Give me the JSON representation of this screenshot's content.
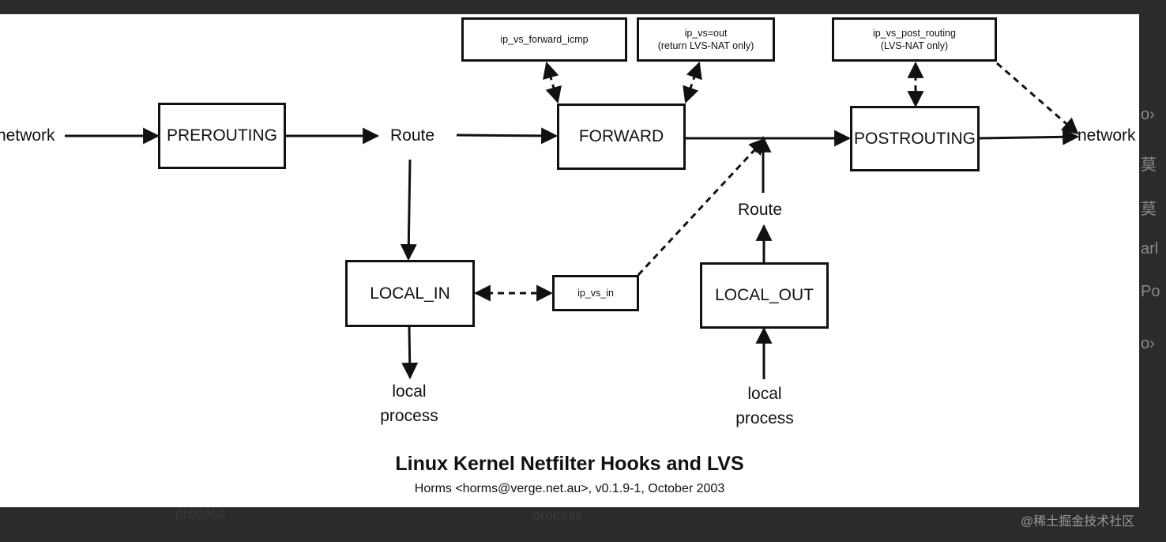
{
  "diagram": {
    "boxes": {
      "prerouting": "PREROUTING",
      "forward": "FORWARD",
      "postrouting": "POSTROUTING",
      "local_in": "LOCAL_IN",
      "local_out": "LOCAL_OUT",
      "ip_vs_forward_icmp": "ip_vs_forward_icmp",
      "ip_vs_out_line1": "ip_vs=out",
      "ip_vs_out_line2": "(return LVS-NAT only)",
      "ip_vs_post_routing_line1": "ip_vs_post_routing",
      "ip_vs_post_routing_line2": "(LVS-NAT only)",
      "ip_vs_in": "ip_vs_in"
    },
    "labels": {
      "network_in": "network",
      "network_out": "network",
      "route_top": "Route",
      "route_bottom": "Route",
      "local_process_in_1": "local",
      "local_process_in_2": "process",
      "local_process_out_1": "local",
      "local_process_out_2": "process"
    },
    "title": "Linux Kernel Netfilter Hooks and LVS",
    "subtitle": "Horms <horms@verge.net.au>, v0.1.9-1, October 2003"
  },
  "background": {
    "watermark": "@稀土掘金技术社区",
    "fragment_left": "process",
    "fragment_mid": "process",
    "fragment_r1": "o›",
    "fragment_r2": "莫",
    "fragment_r3": "莫",
    "fragment_r4": "arl",
    "fragment_r5": "Po",
    "fragment_r6": "o›"
  }
}
